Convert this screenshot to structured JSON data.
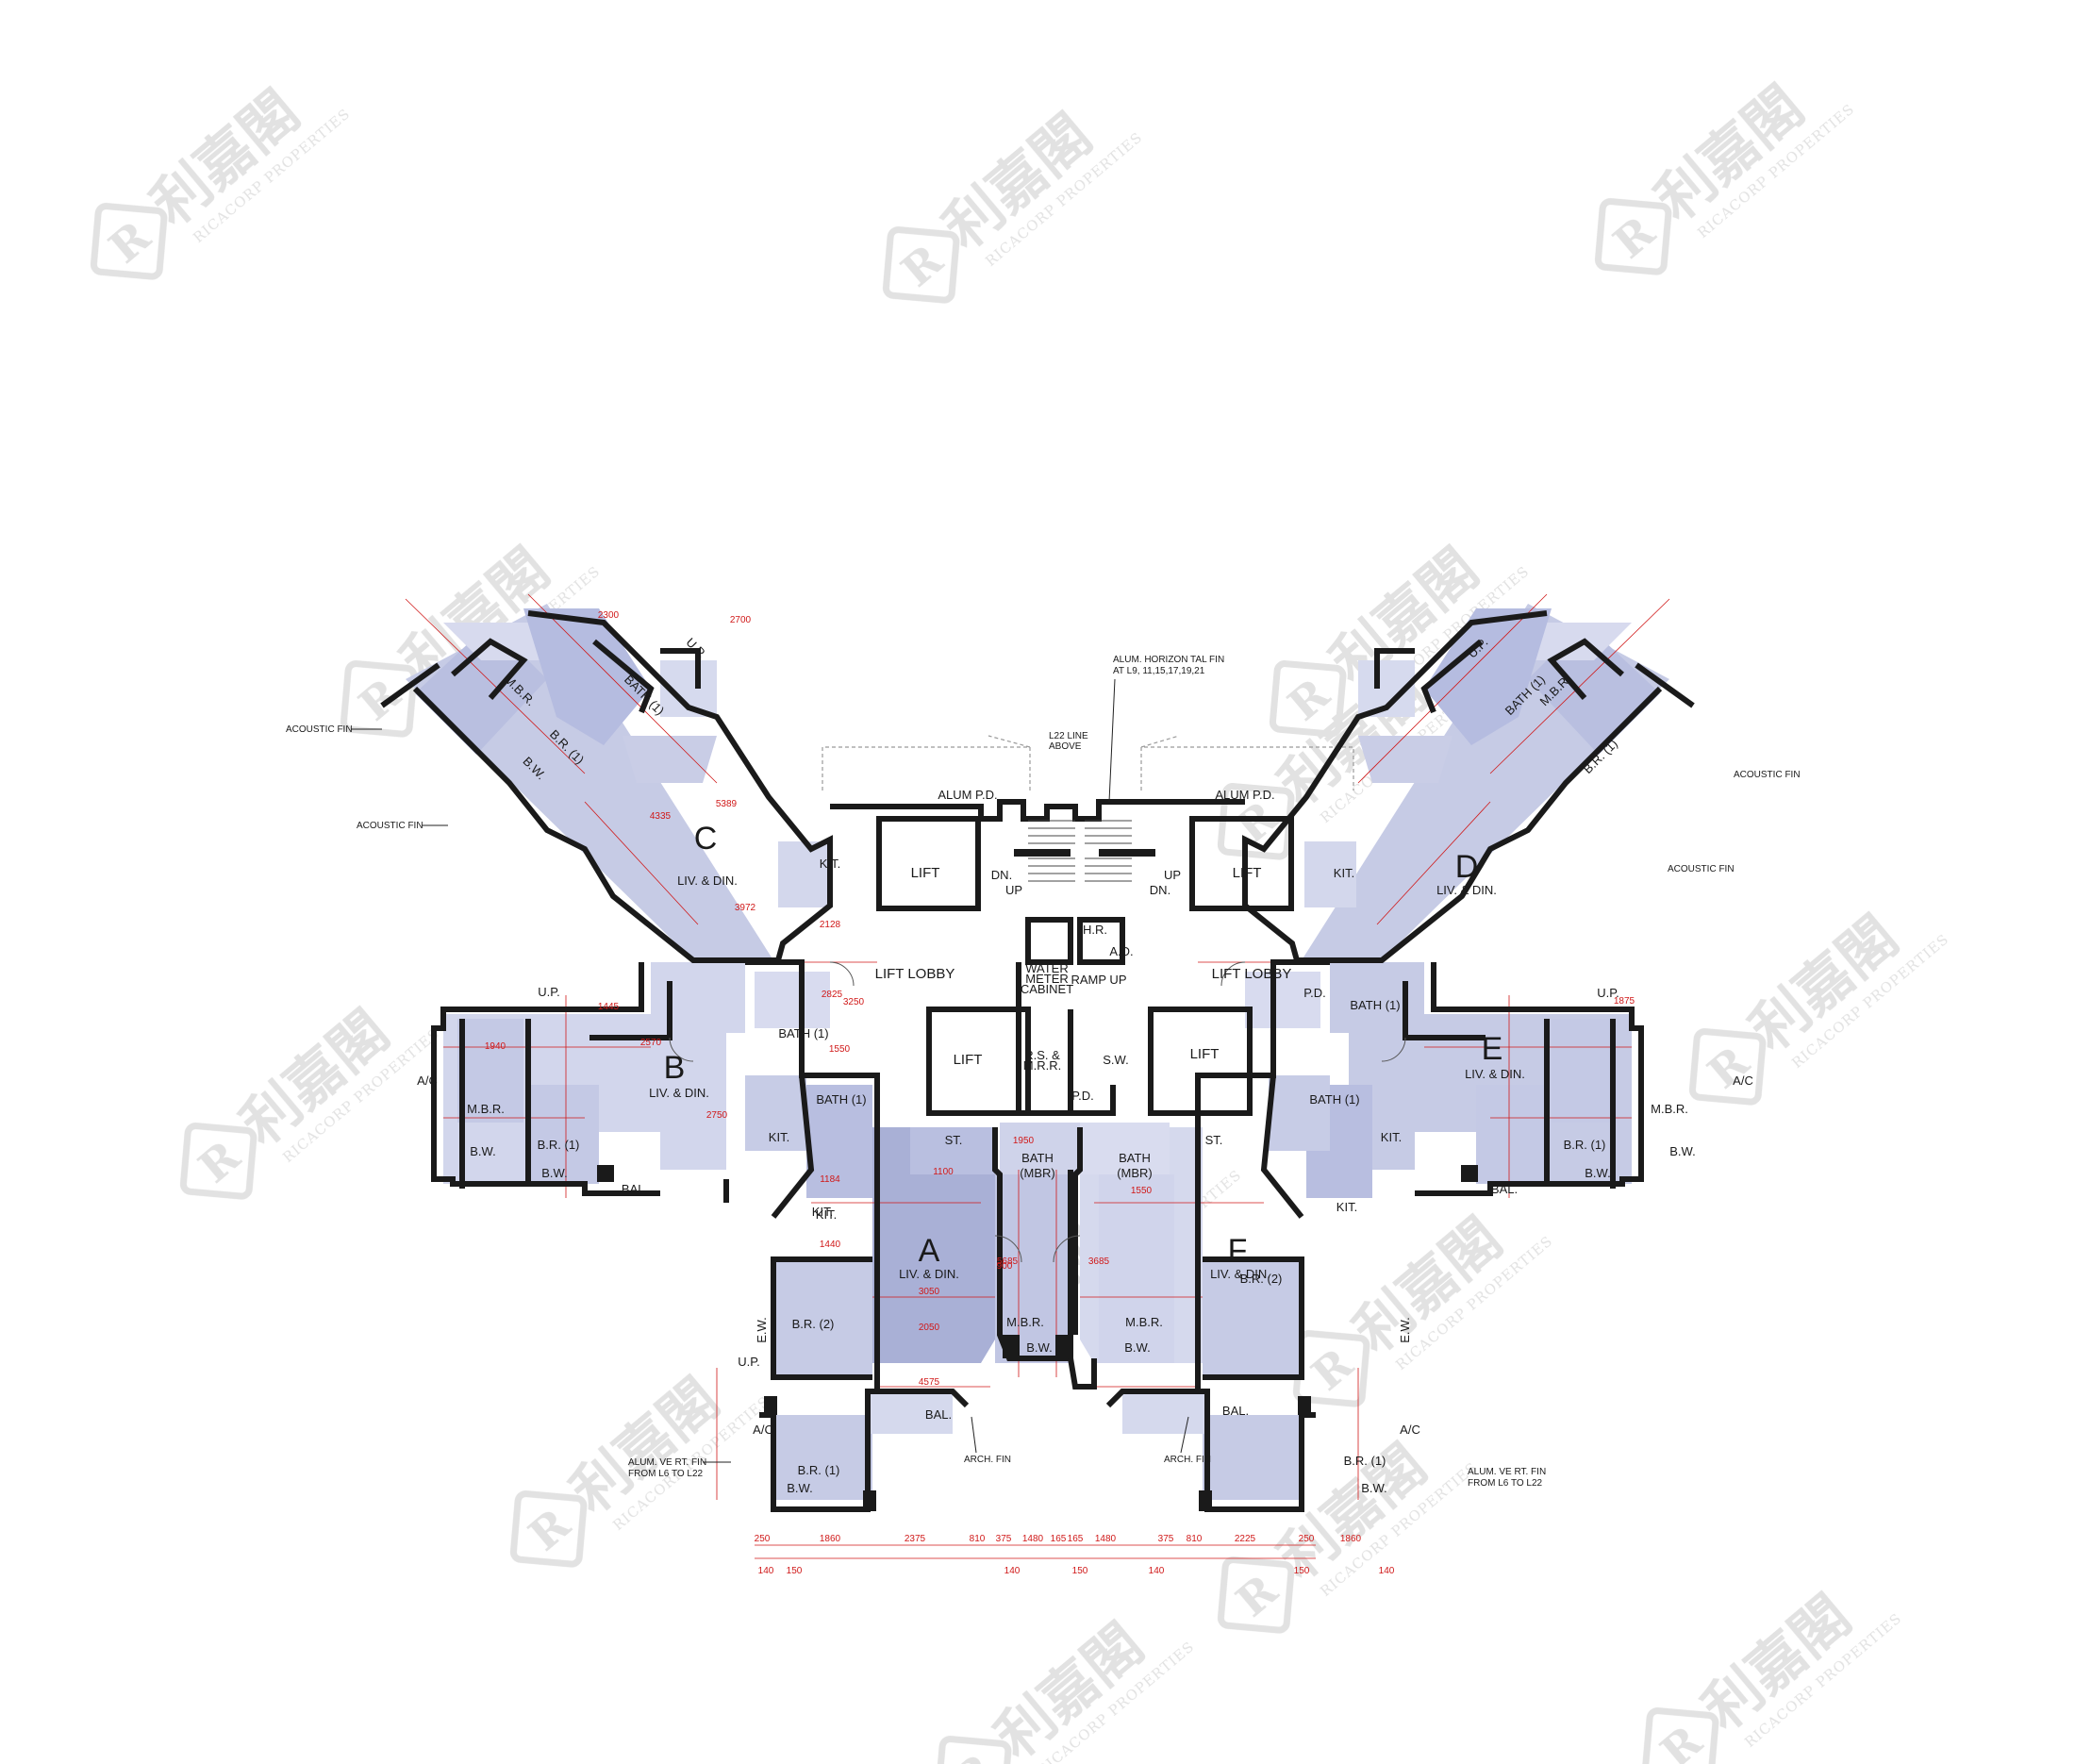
{
  "colors": {
    "unit_fill": "#c9cde6",
    "unit_fill_dark": "#a9b0d6",
    "wall": "#1a1a1a",
    "dimension": "#d01818",
    "watermark": "#d6d6d6",
    "background": "#ffffff"
  },
  "watermark": {
    "chinese": "利嘉閣",
    "english": "RICACORP PROPERTIES",
    "logo_letter": "R"
  },
  "units": [
    {
      "letter": "A",
      "living": "LIV. & DIN."
    },
    {
      "letter": "B",
      "living": "LIV. & DIN."
    },
    {
      "letter": "C",
      "living": "LIV. & DIN."
    },
    {
      "letter": "D",
      "living": "LIV. & DIN."
    },
    {
      "letter": "E",
      "living": "LIV. & DIN."
    },
    {
      "letter": "F",
      "living": "LIV. & DIN."
    }
  ],
  "rooms": {
    "mbr": "M.B.R.",
    "br1": "B.R. (1)",
    "br2": "B.R. (2)",
    "bath1": "BATH (1)",
    "bath_mbr_1": "BATH",
    "bath_mbr_2": "(MBR)",
    "kit": "KIT.",
    "bw": "B.W.",
    "up": "U.P.",
    "ac": "A/C",
    "bal": "BAL.",
    "pd": "P.D.",
    "st": "ST.",
    "ew": "E.W."
  },
  "core": {
    "lift": "LIFT",
    "lift_lobby": "LIFT LOBBY",
    "alum_pd": "ALUM P.D.",
    "dn": "DN.",
    "up": "UP",
    "hr": "H.R.",
    "ad": "A.D.",
    "water_meter": [
      "WATER",
      "METER",
      "CABINET"
    ],
    "ramp_up": "RAMP UP",
    "rs_mrr": [
      "R.S. &",
      "M.R.R."
    ],
    "sw": "S.W.",
    "pd": "P.D."
  },
  "notes": {
    "acoustic_fin": "ACOUSTIC FIN",
    "horizon_fin": [
      "ALUM. HORIZON TAL FIN",
      "AT L9, 11,15,17,19,21"
    ],
    "l22_line": [
      "L22 LINE",
      "ABOVE"
    ],
    "vert_fin": [
      "ALUM. VE RT. FIN",
      "FROM L6 TO L22"
    ],
    "arch_fin": "ARCH. FIN"
  },
  "bottom_dims": [
    "250",
    "1860",
    "2375",
    "810",
    "375",
    "1480",
    "165",
    "165",
    "1480",
    "375",
    "810",
    "2225",
    "250",
    "1860",
    "140",
    "150",
    "140",
    "150",
    "140",
    "150",
    "140"
  ],
  "sample_dims": [
    "2050",
    "3050",
    "2750",
    "3250",
    "4575",
    "2128",
    "3972",
    "1445",
    "2570",
    "1940",
    "1550",
    "2825",
    "1184",
    "1440",
    "5685",
    "3685",
    "1550",
    "1100",
    "1950",
    "900",
    "4335",
    "5389",
    "2300",
    "2700",
    "1875"
  ]
}
